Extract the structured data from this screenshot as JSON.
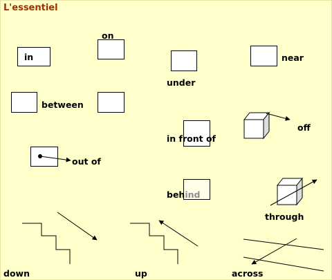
{
  "title": "L'essentiel",
  "labels": {
    "in": "in",
    "on": "on",
    "under": "under",
    "near": "near",
    "between": "between",
    "in_front_of": "in front of",
    "off": "off",
    "out_of": "out of",
    "behind": "behind",
    "through": "through",
    "down": "down",
    "up": "up",
    "across": "across"
  },
  "colors": {
    "background": "#ffffcc",
    "title": "#993300",
    "line": "#000000",
    "cube_side": "#dddddd"
  }
}
